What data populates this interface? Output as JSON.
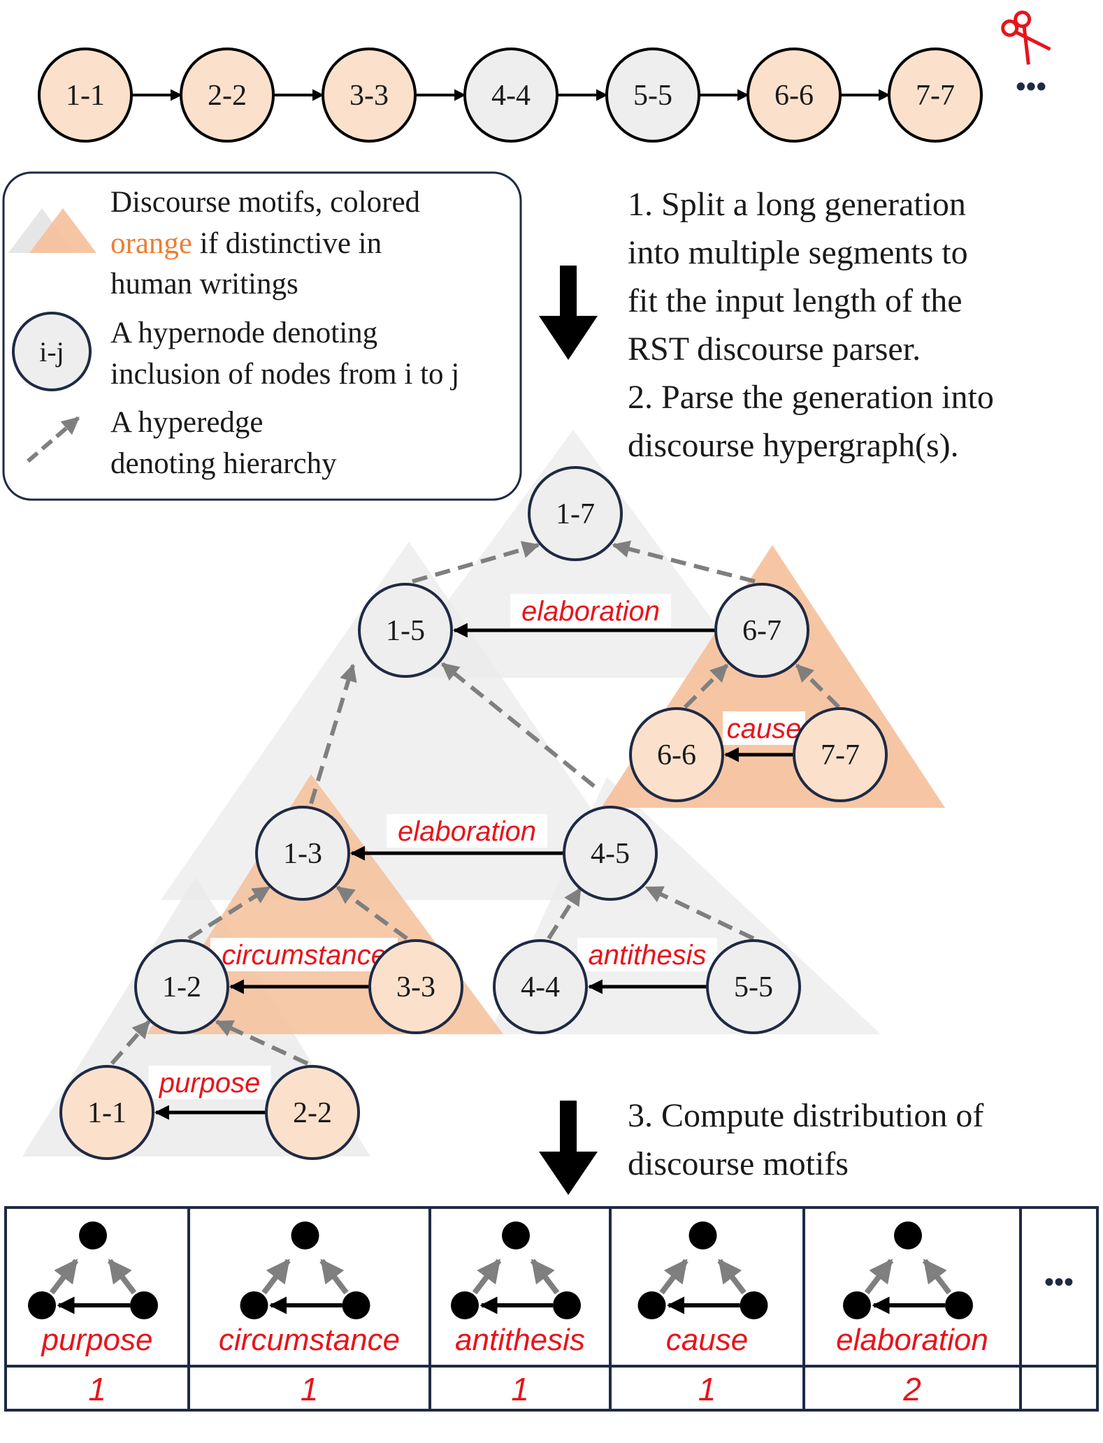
{
  "colors": {
    "node_orange": "#fbe1cc",
    "node_gray": "#eeeeee",
    "node_stroke": "#1f2a44",
    "motif_orange": "#f5c09a",
    "motif_gray": "#eaeaea",
    "relation_red": "#e8141b",
    "edge_gray": "#7f7f7f",
    "edge_black": "#000000"
  },
  "sequence": {
    "nodes": [
      {
        "label": "1-1",
        "kind": "orange"
      },
      {
        "label": "2-2",
        "kind": "orange"
      },
      {
        "label": "3-3",
        "kind": "orange"
      },
      {
        "label": "4-4",
        "kind": "gray"
      },
      {
        "label": "5-5",
        "kind": "gray"
      },
      {
        "label": "6-6",
        "kind": "orange"
      },
      {
        "label": "7-7",
        "kind": "orange"
      }
    ],
    "ellipsis": "•••",
    "scissors_icon": "scissors-icon"
  },
  "legend": {
    "motif_line1": "Discourse motifs, colored",
    "motif_line2_highlight": "orange",
    "motif_line2_rest": " if distinctive in",
    "motif_line3": "human writings",
    "hypernode_sample": "i-j",
    "hypernode_line1": "A hypernode denoting",
    "hypernode_line2": "inclusion of nodes from i to j",
    "hyperedge_line1": "A hyperedge",
    "hyperedge_line2": "denoting hierarchy"
  },
  "steps": {
    "step1_2": [
      "1. Split a long generation",
      "into multiple segments to",
      "fit the input length of the",
      "RST discourse parser.",
      "2. Parse the generation into",
      "discourse hypergraph(s)."
    ],
    "step3": [
      "3. Compute distribution of",
      "discourse motifs"
    ]
  },
  "tree": {
    "nodes": [
      {
        "id": "n17",
        "label": "1-7",
        "kind": "gray"
      },
      {
        "id": "n15",
        "label": "1-5",
        "kind": "gray"
      },
      {
        "id": "n67",
        "label": "6-7",
        "kind": "gray"
      },
      {
        "id": "n66",
        "label": "6-6",
        "kind": "orange"
      },
      {
        "id": "n77",
        "label": "7-7",
        "kind": "orange"
      },
      {
        "id": "n13",
        "label": "1-3",
        "kind": "gray"
      },
      {
        "id": "n45",
        "label": "4-5",
        "kind": "gray"
      },
      {
        "id": "n12",
        "label": "1-2",
        "kind": "gray"
      },
      {
        "id": "n33",
        "label": "3-3",
        "kind": "orange"
      },
      {
        "id": "n44",
        "label": "4-4",
        "kind": "gray"
      },
      {
        "id": "n55",
        "label": "5-5",
        "kind": "gray"
      },
      {
        "id": "n11",
        "label": "1-1",
        "kind": "orange"
      },
      {
        "id": "n22",
        "label": "2-2",
        "kind": "orange"
      }
    ],
    "relations": [
      {
        "label": "elaboration",
        "from": "n67",
        "to": "n15"
      },
      {
        "label": "cause",
        "from": "n77",
        "to": "n66"
      },
      {
        "label": "elaboration",
        "from": "n45",
        "to": "n13"
      },
      {
        "label": "circumstance",
        "from": "n33",
        "to": "n12"
      },
      {
        "label": "antithesis",
        "from": "n55",
        "to": "n44"
      },
      {
        "label": "purpose",
        "from": "n22",
        "to": "n11"
      }
    ]
  },
  "distribution": {
    "columns": [
      {
        "motif": "purpose",
        "count": "1"
      },
      {
        "motif": "circumstance",
        "count": "1"
      },
      {
        "motif": "antithesis",
        "count": "1"
      },
      {
        "motif": "cause",
        "count": "1"
      },
      {
        "motif": "elaboration",
        "count": "2"
      }
    ],
    "ellipsis": "•••"
  }
}
